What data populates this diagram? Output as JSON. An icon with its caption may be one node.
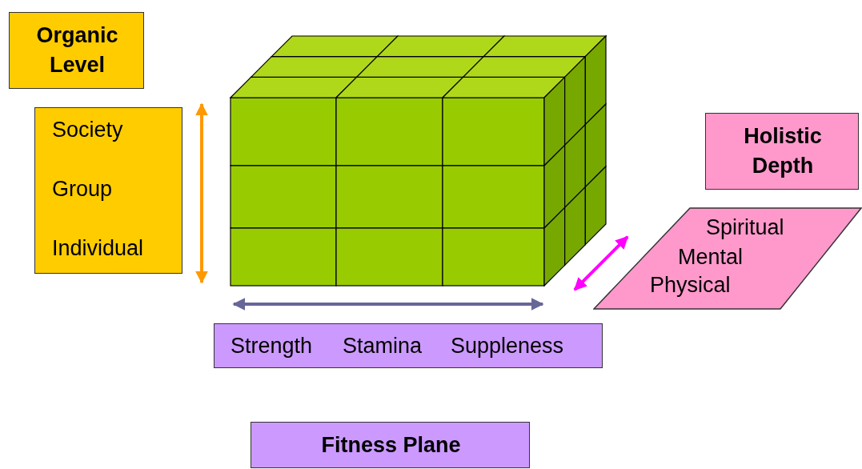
{
  "diagram": {
    "nodes": [
      {
        "text": [
          "Organic Level"
        ]
      },
      {
        "text": [
          "Society",
          "Group",
          "Individual"
        ]
      },
      {
        "text": [
          "Holistic Depth"
        ]
      },
      {
        "text": [
          "Spiritual",
          "Mental",
          "Physical"
        ]
      },
      {
        "text": [
          "Strength",
          "Stamina",
          "Suppleness"
        ]
      },
      {
        "text": [
          "Fitness Plane"
        ]
      }
    ]
  }
}
